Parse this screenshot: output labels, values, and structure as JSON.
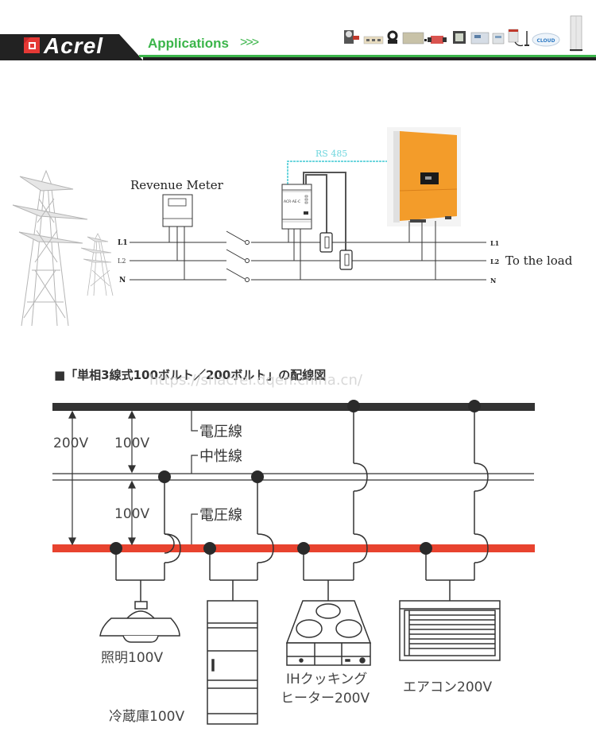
{
  "header": {
    "brand": "Acrel",
    "section_label": "Applications",
    "section_arrows": ">>>",
    "product_icons": [
      "ct-clamp-icon",
      "multi-ct-icon",
      "ring-ct-icon",
      "meter-module-icon",
      "split-ct-icon",
      "panel-meter-icon",
      "din-meter-icon",
      "din-meter-small-icon",
      "gateway-icon",
      "antenna-icon",
      "cloud-icon",
      "cabinet-icon"
    ],
    "cloud_label": "CLOUD",
    "colors": {
      "brand_dark": "#222222",
      "accent_green": "#3bb54a",
      "brand_red": "#e53935"
    }
  },
  "solar_diagram": {
    "revenue_meter_label": "Revenue Meter",
    "rs485_label": "RS 485",
    "lines_left": [
      "L1",
      "L2",
      "N"
    ],
    "lines_right": [
      "L1",
      "L2",
      "N"
    ],
    "load_label": "To the load",
    "meter_label": "ACR·AE·C",
    "colors": {
      "inverter": "#f39c2a",
      "rs485": "#6fd6de"
    }
  },
  "wiring_diagram": {
    "title": "■「単相3線式100ボルト／200ボルト」の配線図",
    "watermark": "https://shacrel.dqen.china.cn/",
    "voltage_200": "200V",
    "voltage_100_top": "100V",
    "voltage_100_bottom": "100V",
    "label_voltage_line_top": "電圧線",
    "label_neutral_line": "中性線",
    "label_voltage_line_bottom": "電圧線",
    "appliances": [
      {
        "name": "照明100V"
      },
      {
        "name": "冷蔵庫100V"
      },
      {
        "name_line1": "IHクッキング",
        "name_line2": "ヒーター200V"
      },
      {
        "name": "エアコン200V"
      }
    ],
    "colors": {
      "voltage_top": "#333333",
      "voltage_bottom": "#e8432f",
      "node": "#2a2a2a"
    }
  }
}
